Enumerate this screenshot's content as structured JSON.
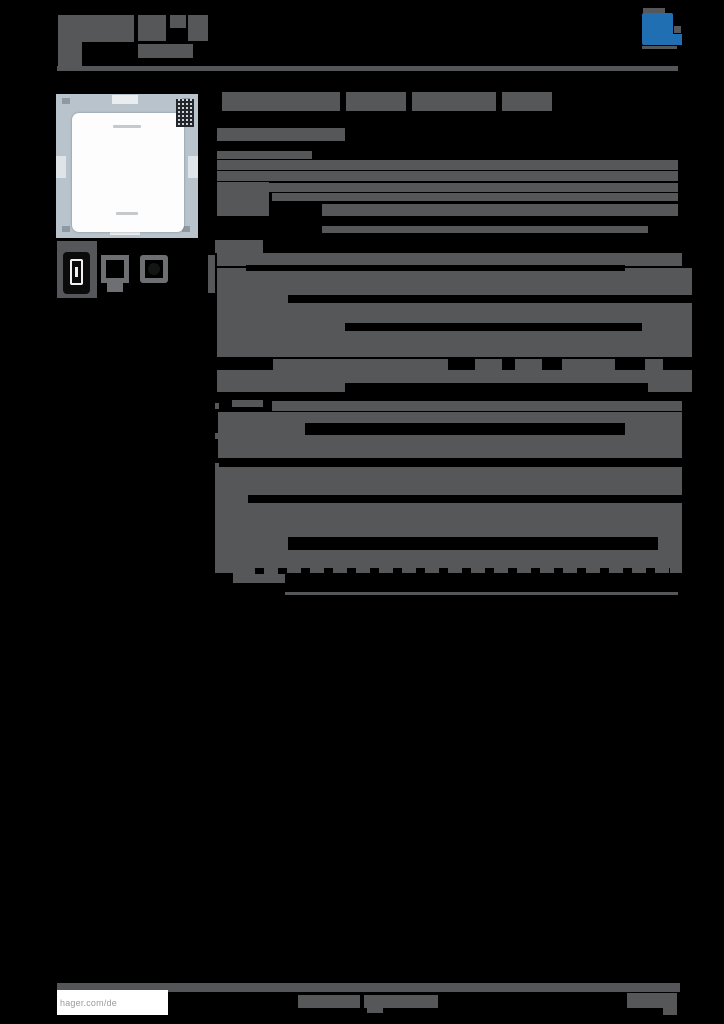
{
  "document": {
    "kind": "product-datasheet-page",
    "note": "all body text appears redacted as solid gray bars; only footer link text is legible"
  },
  "colors": {
    "pagebg": "#000000",
    "bar": "#565759",
    "divider": "#54565a",
    "accent": "#1f6fb2",
    "photobg": "#b9c3cb",
    "footertext": "#9b9b9b"
  },
  "footer": {
    "link": "hager.com/de"
  },
  "icons": {
    "brand_logo": "hager-logo"
  },
  "redacted": {
    "bars": [
      [
        58,
        15,
        76,
        27
      ],
      [
        138,
        15,
        28,
        26
      ],
      [
        170,
        15,
        16,
        13
      ],
      [
        188,
        15,
        20,
        26
      ],
      [
        58,
        42,
        24,
        25
      ],
      [
        138,
        44,
        55,
        14
      ],
      [
        222,
        92,
        118,
        19
      ],
      [
        346,
        92,
        60,
        19
      ],
      [
        412,
        92,
        84,
        19
      ],
      [
        502,
        92,
        50,
        19
      ],
      [
        217,
        128,
        128,
        13
      ],
      [
        217,
        151,
        95,
        8
      ],
      [
        217,
        160,
        461,
        10
      ],
      [
        217,
        171,
        461,
        10
      ],
      [
        217,
        182,
        52,
        34
      ],
      [
        263,
        183,
        415,
        9
      ],
      [
        272,
        193,
        406,
        8
      ],
      [
        322,
        204,
        356,
        12
      ],
      [
        322,
        226,
        326,
        7
      ],
      [
        215,
        240,
        48,
        13
      ],
      [
        217,
        253,
        465,
        13
      ],
      [
        217,
        268,
        475,
        89
      ],
      [
        208,
        255,
        7,
        38
      ],
      [
        273,
        359,
        175,
        11
      ],
      [
        475,
        359,
        27,
        11
      ],
      [
        515,
        359,
        27,
        11
      ],
      [
        562,
        359,
        53,
        11
      ],
      [
        645,
        359,
        18,
        11
      ],
      [
        217,
        370,
        475,
        22
      ],
      [
        232,
        400,
        31,
        7
      ],
      [
        272,
        401,
        410,
        10
      ],
      [
        218,
        412,
        464,
        46
      ],
      [
        215,
        467,
        467,
        106
      ],
      [
        628,
        468,
        34,
        13
      ],
      [
        233,
        573,
        52,
        10
      ],
      [
        285,
        592,
        393,
        3
      ],
      [
        215,
        403,
        4,
        6
      ],
      [
        215,
        433,
        4,
        6
      ],
      [
        215,
        463,
        4,
        6
      ],
      [
        298,
        995,
        62,
        13
      ],
      [
        364,
        995,
        74,
        13
      ],
      [
        367,
        1008,
        16,
        5
      ],
      [
        627,
        993,
        50,
        15
      ],
      [
        663,
        1008,
        14,
        7
      ]
    ],
    "gaps": [
      [
        246,
        265,
        379,
        6
      ],
      [
        288,
        295,
        407,
        8
      ],
      [
        345,
        323,
        297,
        8
      ],
      [
        345,
        383,
        303,
        9
      ],
      [
        305,
        423,
        320,
        12
      ],
      [
        273,
        458,
        320,
        9
      ],
      [
        248,
        495,
        434,
        8
      ],
      [
        288,
        537,
        370,
        13
      ],
      [
        255,
        568,
        415,
        6,
        "dashed"
      ]
    ]
  }
}
